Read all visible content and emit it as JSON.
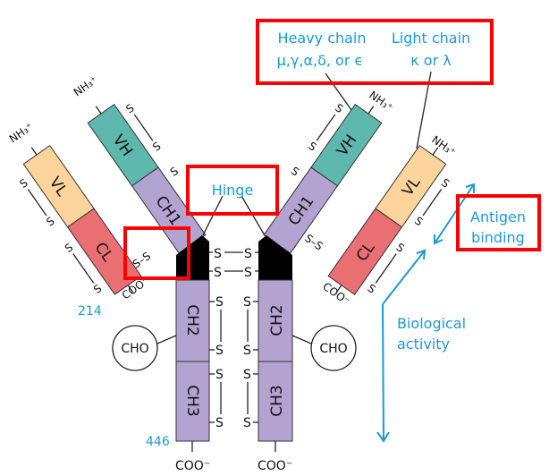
{
  "labels": {
    "heavy_chain": "Heavy chain",
    "heavy_chain_types": "μ,γ,α,δ, or ϵ",
    "light_chain": "Light chain",
    "light_chain_types": "κ or λ",
    "hinge": "Hinge",
    "antigen_binding_1": "Antigen",
    "antigen_binding_2": "binding",
    "biological_activity_1": "Biological",
    "biological_activity_2": "activity",
    "residue_214": "214",
    "residue_446": "446",
    "nh3": "NH₃⁺",
    "coo": "COO⁻",
    "cho": "CHO",
    "sulfur": "S",
    "disulfide": "S–S"
  },
  "domains": {
    "vh": "VH",
    "ch1": "CH1",
    "vl": "VL",
    "cl": "CL",
    "ch2": "CH2",
    "ch3": "CH3"
  },
  "colors": {
    "vh": "#5fb8ae",
    "vl": "#fdd49c",
    "cl": "#ea6f73",
    "constant_heavy": "#b3a3d1",
    "hinge_region": "#000000",
    "annotation": "#1a9ad6",
    "highlight_box": "#ff0000"
  }
}
